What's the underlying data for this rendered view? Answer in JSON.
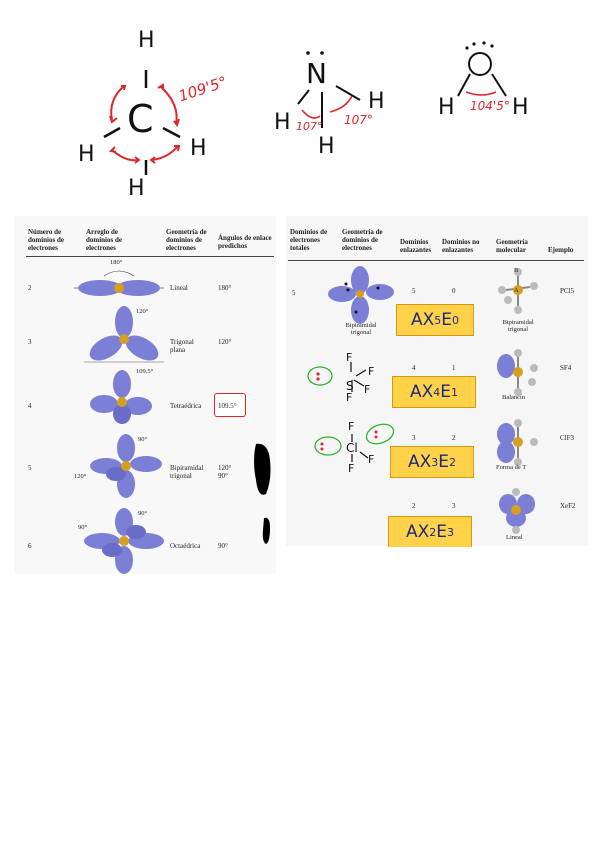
{
  "handwritten": {
    "methane": {
      "top_h": "H",
      "left_h": "H",
      "right_h": "H",
      "bottom_h": "H",
      "center": "C",
      "angle": "109'5°"
    },
    "ammonia": {
      "center": "N",
      "left_h": "H",
      "right_h": "H",
      "bottom_h": "H",
      "angle_left": "107°",
      "angle_right": "107°"
    },
    "water": {
      "center": "O",
      "left_h": "H",
      "right_h": "H",
      "angle": "104'5°"
    }
  },
  "left_table": {
    "headers": {
      "num": "Número de dominios de electrones",
      "arrangement": "Arreglo de dominios de electrones",
      "geometry": "Geometría de dominios de electrones",
      "angles": "Ángulos de enlace predichos"
    },
    "rows": [
      {
        "num": "2",
        "geometry": "Lineal",
        "angles": "180°",
        "fig_angle": "180°"
      },
      {
        "num": "3",
        "geometry": "Trigonal plana",
        "angles": "120°",
        "fig_angle": "120°"
      },
      {
        "num": "4",
        "geometry": "Tetraédrica",
        "angles": "109.5°",
        "fig_angle": "109.5°"
      },
      {
        "num": "5",
        "geometry": "Bipiramidal trigonal",
        "angles": "120° 90°",
        "fig_angle": "90°",
        "fig_angle2": "120°"
      },
      {
        "num": "6",
        "geometry": "Octaédrica",
        "angles": "90°",
        "fig_angle": "90°",
        "fig_angle2": "90°"
      }
    ]
  },
  "right_table": {
    "headers": {
      "total": "Dominios de electrones totales",
      "geometry": "Geometría de dominios de electrones",
      "bonding": "Dominios enlazantes",
      "nonbonding": "Dominios no enlazantes",
      "molecular": "Geometría molecular",
      "example": "Ejemplo"
    },
    "total_value": "5",
    "geometry_value": "Bipiramidal trigonal",
    "rows": [
      {
        "bonding": "5",
        "nonbonding": "0",
        "molecular": "Bipiramidal trigonal",
        "example": "PCl5",
        "ax": "AX",
        "ax_sub1": "5",
        "ax_e": "E",
        "ax_sub2": "0"
      },
      {
        "bonding": "4",
        "nonbonding": "1",
        "molecular": "Balancín",
        "example": "SF4",
        "ax": "AX",
        "ax_sub1": "4",
        "ax_e": "E",
        "ax_sub2": "1",
        "center": "S",
        "ligand": "F"
      },
      {
        "bonding": "3",
        "nonbonding": "2",
        "molecular": "Forma de T",
        "example": "ClF3",
        "ax": "AX",
        "ax_sub1": "3",
        "ax_e": "E",
        "ax_sub2": "2",
        "center": "Cl",
        "ligand": "F"
      },
      {
        "bonding": "2",
        "nonbonding": "3",
        "molecular": "Lineal",
        "example": "XeF2",
        "ax": "AX",
        "ax_sub1": "2",
        "ax_e": "E",
        "ax_sub2": "3"
      }
    ],
    "atom_a": "A",
    "atom_b": "B"
  },
  "colors": {
    "lobe": "#7c7fd6",
    "center": "#d4a020",
    "red_ink": "#e0262b",
    "green_ink": "#2bb52b",
    "highlight": "#ffd24a"
  }
}
